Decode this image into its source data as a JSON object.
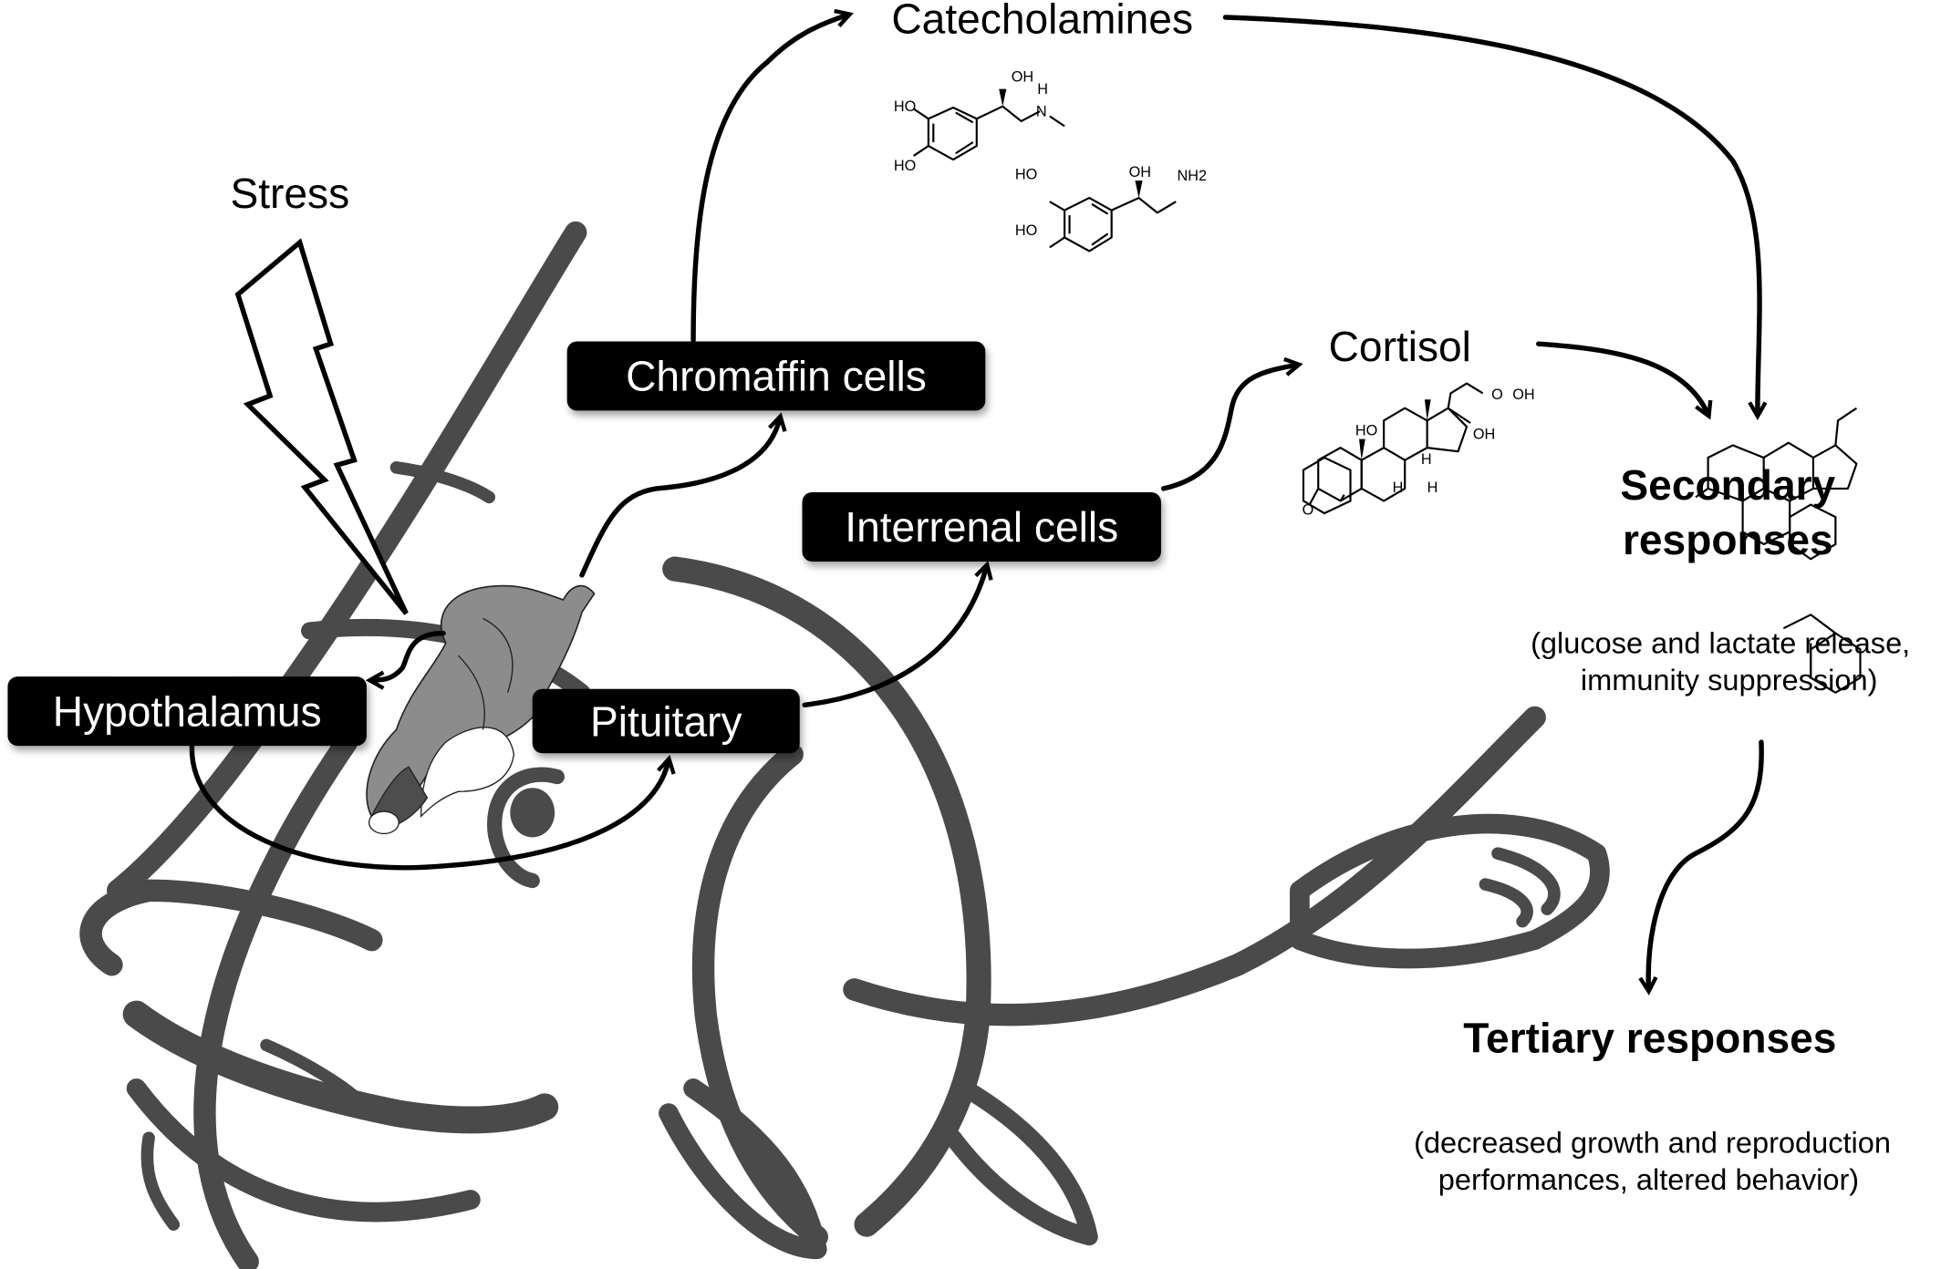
{
  "diagram": {
    "subject": "Fish stress response pathway",
    "stimulus": {
      "label": "Stress",
      "icon": "lightning-bolt-icon"
    },
    "nodes": {
      "hypothalamus": "Hypothalamus",
      "pituitary": "Pituitary",
      "chromaffin": "Chromaffin cells",
      "interrenal": "Interrenal cells"
    },
    "hormones": {
      "catecholamines": {
        "label": "Catecholamines",
        "structures": [
          {
            "name": "adrenaline",
            "atoms": [
              "HO",
              "HO",
              "OH",
              "H",
              "N"
            ]
          },
          {
            "name": "noradrenaline",
            "atoms": [
              "HO",
              "HO",
              "OH",
              "NH2"
            ]
          }
        ]
      },
      "cortisol": {
        "label": "Cortisol",
        "atoms": [
          "O",
          "OH",
          "HO",
          "OH",
          "H",
          "H",
          "H",
          "O"
        ]
      }
    },
    "responses": {
      "secondary": {
        "title_line1": "Secondary",
        "title_line2": "responses",
        "detail_line1": "(glucose and lactate release,",
        "detail_line2": "immunity suppression)"
      },
      "tertiary": {
        "title": "Tertiary responses",
        "detail_line1": "(decreased growth and reproduction",
        "detail_line2": "performances, altered behavior)"
      }
    },
    "flows": [
      {
        "from": "Stress",
        "to": "Brain"
      },
      {
        "from": "Brain",
        "to": "Hypothalamus"
      },
      {
        "from": "Hypothalamus",
        "to": "Pituitary"
      },
      {
        "from": "Brain",
        "to": "Chromaffin cells"
      },
      {
        "from": "Chromaffin cells",
        "to": "Catecholamines"
      },
      {
        "from": "Pituitary",
        "to": "Interrenal cells"
      },
      {
        "from": "Interrenal cells",
        "to": "Cortisol"
      },
      {
        "from": "Catecholamines",
        "to": "Secondary responses"
      },
      {
        "from": "Cortisol",
        "to": "Secondary responses"
      },
      {
        "from": "Secondary responses",
        "to": "Tertiary responses"
      }
    ],
    "colors": {
      "box_fill": "#000000",
      "box_text": "#ffffff",
      "fish_outline": "#4a4a4a",
      "brain_fill": "#8c8c8c",
      "brain_dark": "#4d4d4d"
    }
  }
}
